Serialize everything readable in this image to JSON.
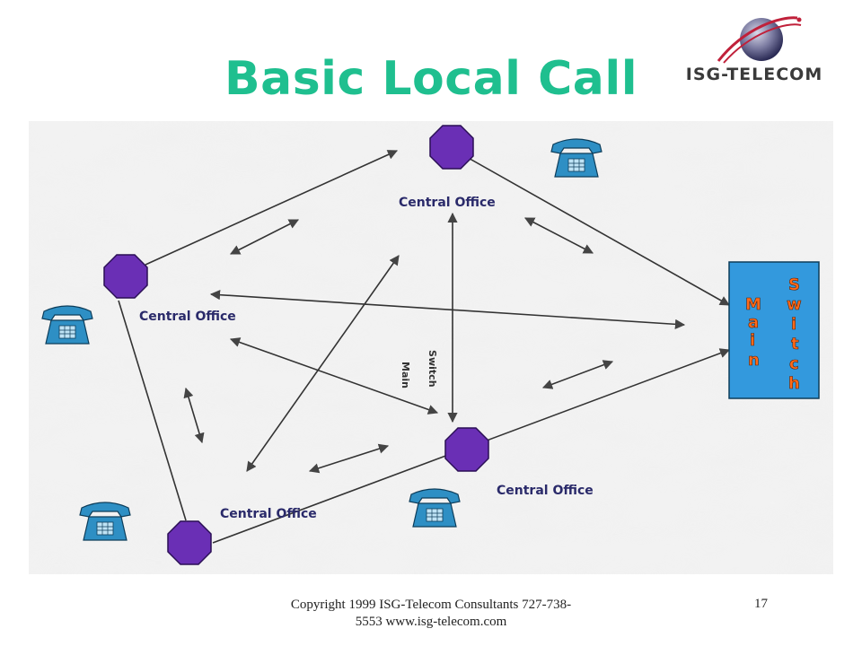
{
  "slide": {
    "title": "Basic Local Call",
    "footer": "Copyright 1999 ISG-Telecom Consultants 727-738-5553  www.isg-telecom.com",
    "page_number": "17"
  },
  "logo": {
    "text": "ISG-TELECOM"
  },
  "diagram": {
    "central_office_label": "Central Office",
    "main_switch": {
      "word1": [
        "M",
        "a",
        "i",
        "n"
      ],
      "word2": [
        "S",
        "w",
        "i",
        "t",
        "c",
        "h"
      ]
    },
    "colors": {
      "office_fill": "#6a2fb5",
      "switch_fill": "#3399dd",
      "phone_fill": "#2e8fc4",
      "title_color": "#1fbf8f"
    }
  }
}
